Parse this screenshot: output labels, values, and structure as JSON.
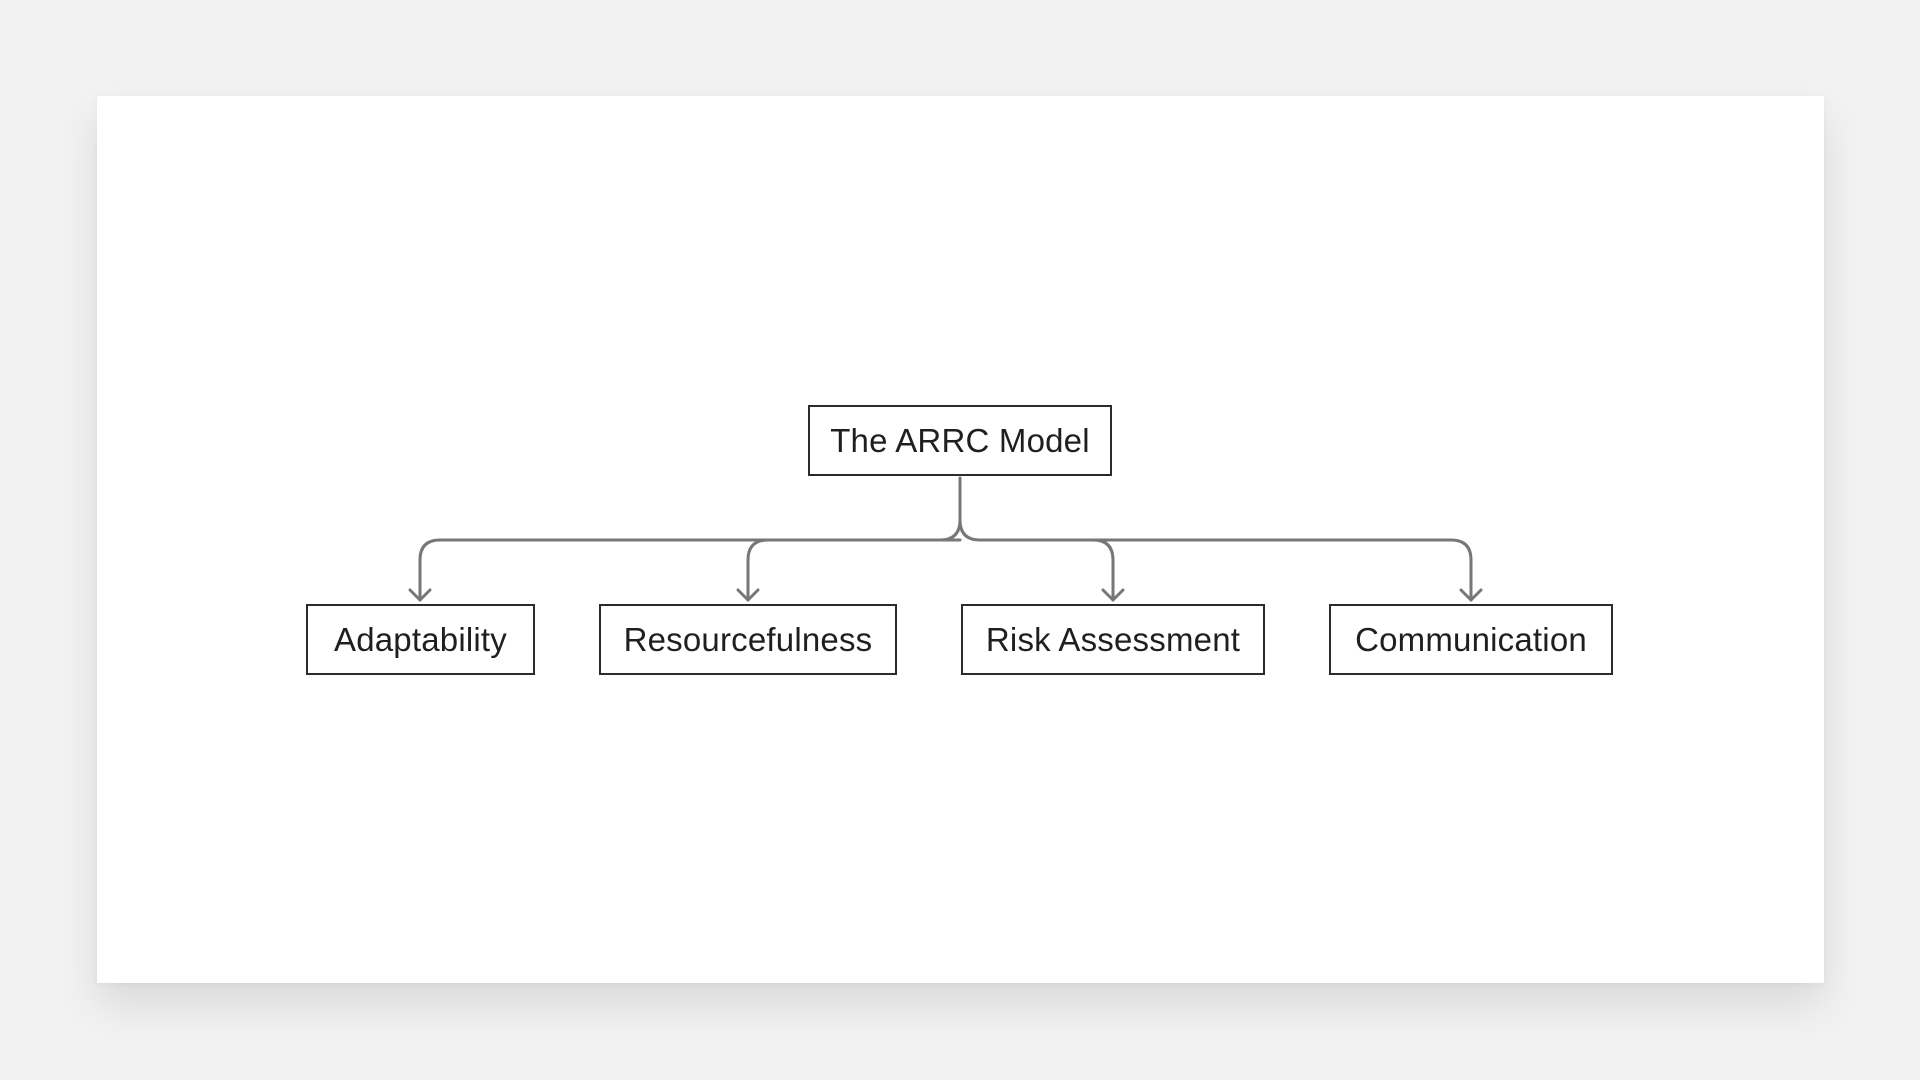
{
  "diagram": {
    "root": {
      "label": "The ARRC Model"
    },
    "children": [
      {
        "label": "Adaptability"
      },
      {
        "label": "Resourcefulness"
      },
      {
        "label": "Risk Assessment"
      },
      {
        "label": "Communication"
      }
    ]
  },
  "colors": {
    "page_background": "#f2f2f2",
    "canvas_background": "#ffffff",
    "node_border": "#2b2b2b",
    "connector": "#777777",
    "text": "#1f1f1f"
  }
}
